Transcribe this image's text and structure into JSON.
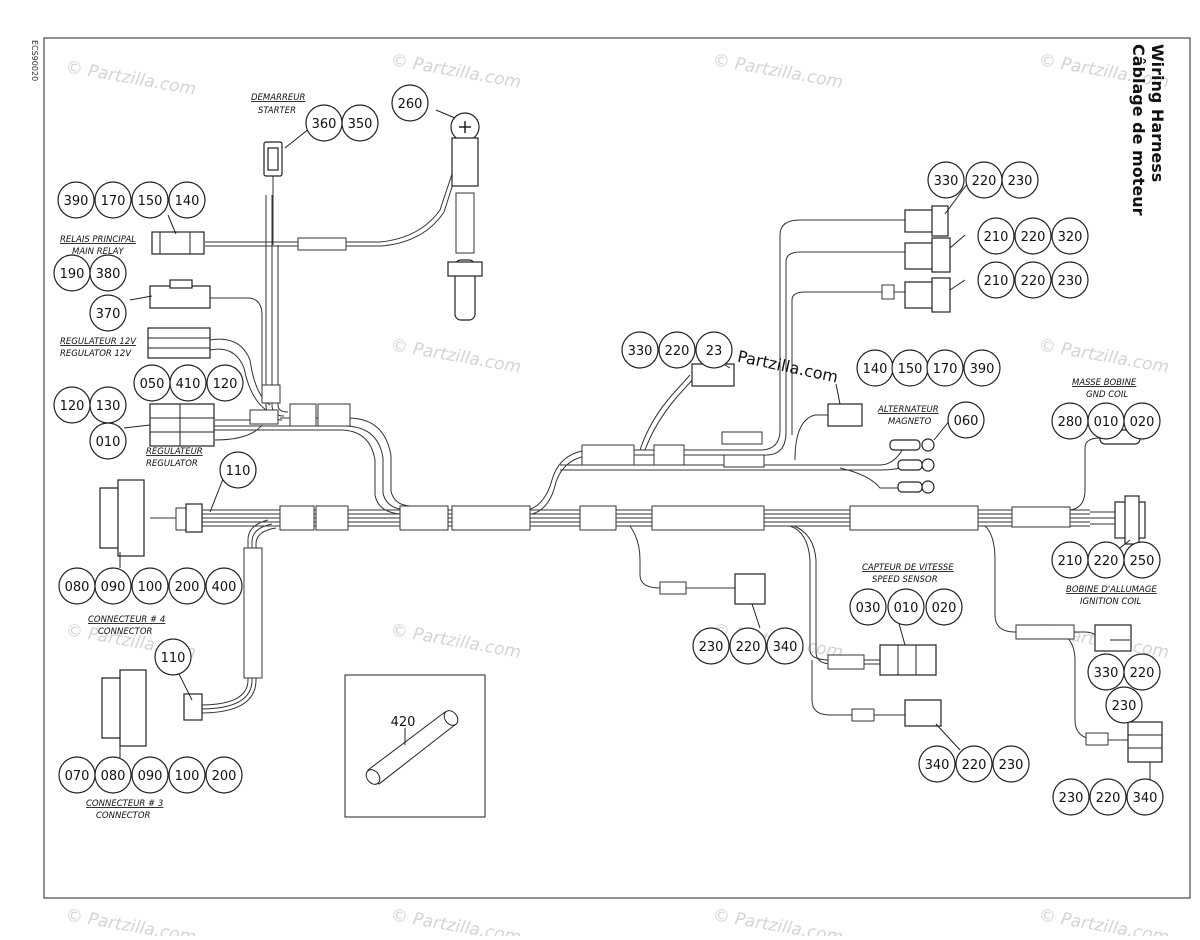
{
  "page": {
    "title_en": "Wiring Harness",
    "title_fr": "Câblage de moteur",
    "doc_code": "ECS90020",
    "watermark": "© Partzilla.com",
    "brand_stamp": "© Partzilla.com"
  },
  "callouts": [
    {
      "id": "c-260",
      "label": "260"
    },
    {
      "id": "c-360",
      "label": "360"
    },
    {
      "id": "c-350",
      "label": "350"
    },
    {
      "id": "c-390a",
      "label": "390"
    },
    {
      "id": "c-170a",
      "label": "170"
    },
    {
      "id": "c-150a",
      "label": "150"
    },
    {
      "id": "c-140a",
      "label": "140"
    },
    {
      "id": "c-190",
      "label": "190"
    },
    {
      "id": "c-380",
      "label": "380"
    },
    {
      "id": "c-370",
      "label": "370"
    },
    {
      "id": "c-050",
      "label": "050"
    },
    {
      "id": "c-410",
      "label": "410"
    },
    {
      "id": "c-120a",
      "label": "120"
    },
    {
      "id": "c-120b",
      "label": "120"
    },
    {
      "id": "c-130",
      "label": "130"
    },
    {
      "id": "c-010a",
      "label": "010"
    },
    {
      "id": "c-110a",
      "label": "110"
    },
    {
      "id": "c-080a",
      "label": "080"
    },
    {
      "id": "c-090a",
      "label": "090"
    },
    {
      "id": "c-100a",
      "label": "100"
    },
    {
      "id": "c-200a",
      "label": "200"
    },
    {
      "id": "c-400",
      "label": "400"
    },
    {
      "id": "c-110b",
      "label": "110"
    },
    {
      "id": "c-070",
      "label": "070"
    },
    {
      "id": "c-080b",
      "label": "080"
    },
    {
      "id": "c-090b",
      "label": "090"
    },
    {
      "id": "c-100b",
      "label": "100"
    },
    {
      "id": "c-200b",
      "label": "200"
    },
    {
      "id": "c-330a",
      "label": "330"
    },
    {
      "id": "c-220a",
      "label": "220"
    },
    {
      "id": "c-230a",
      "label": "230"
    },
    {
      "id": "c-210a",
      "label": "210"
    },
    {
      "id": "c-220b",
      "label": "220"
    },
    {
      "id": "c-320",
      "label": "320"
    },
    {
      "id": "c-210b",
      "label": "210"
    },
    {
      "id": "c-220c",
      "label": "220"
    },
    {
      "id": "c-230b",
      "label": "230"
    },
    {
      "id": "c-330b",
      "label": "330"
    },
    {
      "id": "c-220d",
      "label": "220"
    },
    {
      "id": "c-230c",
      "label": "23"
    },
    {
      "id": "c-140b",
      "label": "140"
    },
    {
      "id": "c-150b",
      "label": "150"
    },
    {
      "id": "c-170b",
      "label": "170"
    },
    {
      "id": "c-390b",
      "label": "390"
    },
    {
      "id": "c-060",
      "label": "060"
    },
    {
      "id": "c-280",
      "label": "280"
    },
    {
      "id": "c-010b",
      "label": "010"
    },
    {
      "id": "c-020a",
      "label": "020"
    },
    {
      "id": "c-210c",
      "label": "210"
    },
    {
      "id": "c-220e",
      "label": "220"
    },
    {
      "id": "c-250",
      "label": "250"
    },
    {
      "id": "c-030",
      "label": "030"
    },
    {
      "id": "c-010c",
      "label": "010"
    },
    {
      "id": "c-020b",
      "label": "020"
    },
    {
      "id": "c-230d",
      "label": "230"
    },
    {
      "id": "c-220f",
      "label": "220"
    },
    {
      "id": "c-340a",
      "label": "340"
    },
    {
      "id": "c-330c",
      "label": "330"
    },
    {
      "id": "c-220g",
      "label": "220"
    },
    {
      "id": "c-230e",
      "label": "230"
    },
    {
      "id": "c-340b",
      "label": "340"
    },
    {
      "id": "c-220h",
      "label": "220"
    },
    {
      "id": "c-230f",
      "label": "230"
    },
    {
      "id": "c-230g",
      "label": "230"
    },
    {
      "id": "c-220i",
      "label": "220"
    },
    {
      "id": "c-340c",
      "label": "340"
    },
    {
      "id": "c-420",
      "label": "420"
    }
  ],
  "labels": {
    "starter_fr": "DEMARREUR",
    "starter_en": "STARTER",
    "main_relay_fr": "RELAIS PRINCIPAL",
    "main_relay_en": "MAIN RELAY",
    "regulator12_fr": "REGULATEUR 12V",
    "regulator12_en": "REGULATOR 12V",
    "regulator_fr": "REGULATEUR",
    "regulator_en": "REGULATOR",
    "connector4_fr": "CONNECTEUR # 4",
    "connector4_en": "CONNECTOR",
    "connector3_fr": "CONNECTEUR # 3",
    "connector3_en": "CONNECTOR",
    "magneto_fr": "ALTERNATEUR",
    "magneto_en": "MAGNETO",
    "gnd_coil_fr": "MASSE BOBINE",
    "gnd_coil_en": "GND COIL",
    "ign_coil_fr": "BOBINE D'ALLUMAGE",
    "ign_coil_en": "IGNITION COIL",
    "speed_fr": "CAPTEUR DE VITESSE",
    "speed_en": "SPEED SENSOR"
  }
}
